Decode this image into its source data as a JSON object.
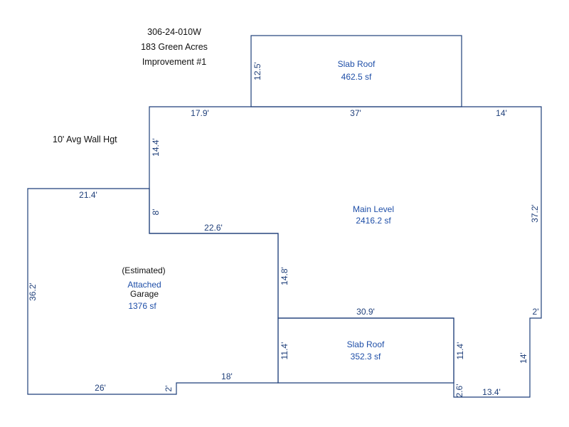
{
  "header": {
    "parcel_id": "306-24-010W",
    "address": "183 Green Acres",
    "improvement": "Improvement #1"
  },
  "notes": {
    "wall_height": "10' Avg Wall Hgt"
  },
  "areas": {
    "slab_roof_top": {
      "name": "Slab Roof",
      "sf": "462.5 sf"
    },
    "main_level": {
      "name": "Main Level",
      "sf": "2416.2 sf"
    },
    "garage": {
      "qualifier": "(Estimated)",
      "name_line1": "Attached",
      "name_line2": "Garage",
      "sf": "1376 sf"
    },
    "slab_roof_bottom": {
      "name": "Slab Roof",
      "sf": "352.3 sf"
    }
  },
  "dimensions": {
    "slab_top_side": "12.5'",
    "main_top_left": "17.9'",
    "main_top_mid": "37'",
    "main_top_right": "14'",
    "main_left_upper": "14.4'",
    "main_left_lower": "8'",
    "main_right": "37.2'",
    "main_step": "22.6'",
    "main_inner_left": "14.8'",
    "garage_top": "21.4'",
    "garage_left": "36.2'",
    "garage_bottom": "26'",
    "garage_step": "2'",
    "garage_bottom_right": "18'",
    "slab_bot_top": "30.9'",
    "slab_bot_left": "11.4'",
    "slab_bot_right": "11.4'",
    "bottom_step": "2.6'",
    "bottom_right": "13.4'",
    "right_lower": "14'",
    "right_step": "2'"
  },
  "colors": {
    "line": "#1f3f7a",
    "label": "#1f4fa8"
  }
}
